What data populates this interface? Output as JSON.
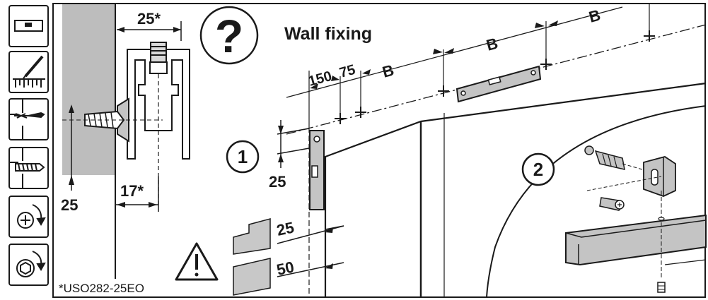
{
  "tools": [
    "spirit-level-icon",
    "pencil-mark-icon",
    "drill-icon",
    "wall-plug-icon",
    "screwdriver-icon",
    "hex-wrench-icon"
  ],
  "title": "Wall fixing",
  "detail": {
    "width_label": "25*",
    "wall_offset_label": "17*",
    "height_label": "25",
    "footnote": "*USO282-25EO"
  },
  "dimensions": {
    "d150": "150",
    "d75": "75",
    "spacing_labels": [
      "B",
      "B",
      "B"
    ],
    "top_offset": "25",
    "panel_upper": "25",
    "panel_lower": "50"
  },
  "steps": [
    "1",
    "2"
  ],
  "colors": {
    "line": "#1a1a1a",
    "wall": "#bdbdbd",
    "metal": "#c4c4c4",
    "panel": "#c8c8c8"
  }
}
